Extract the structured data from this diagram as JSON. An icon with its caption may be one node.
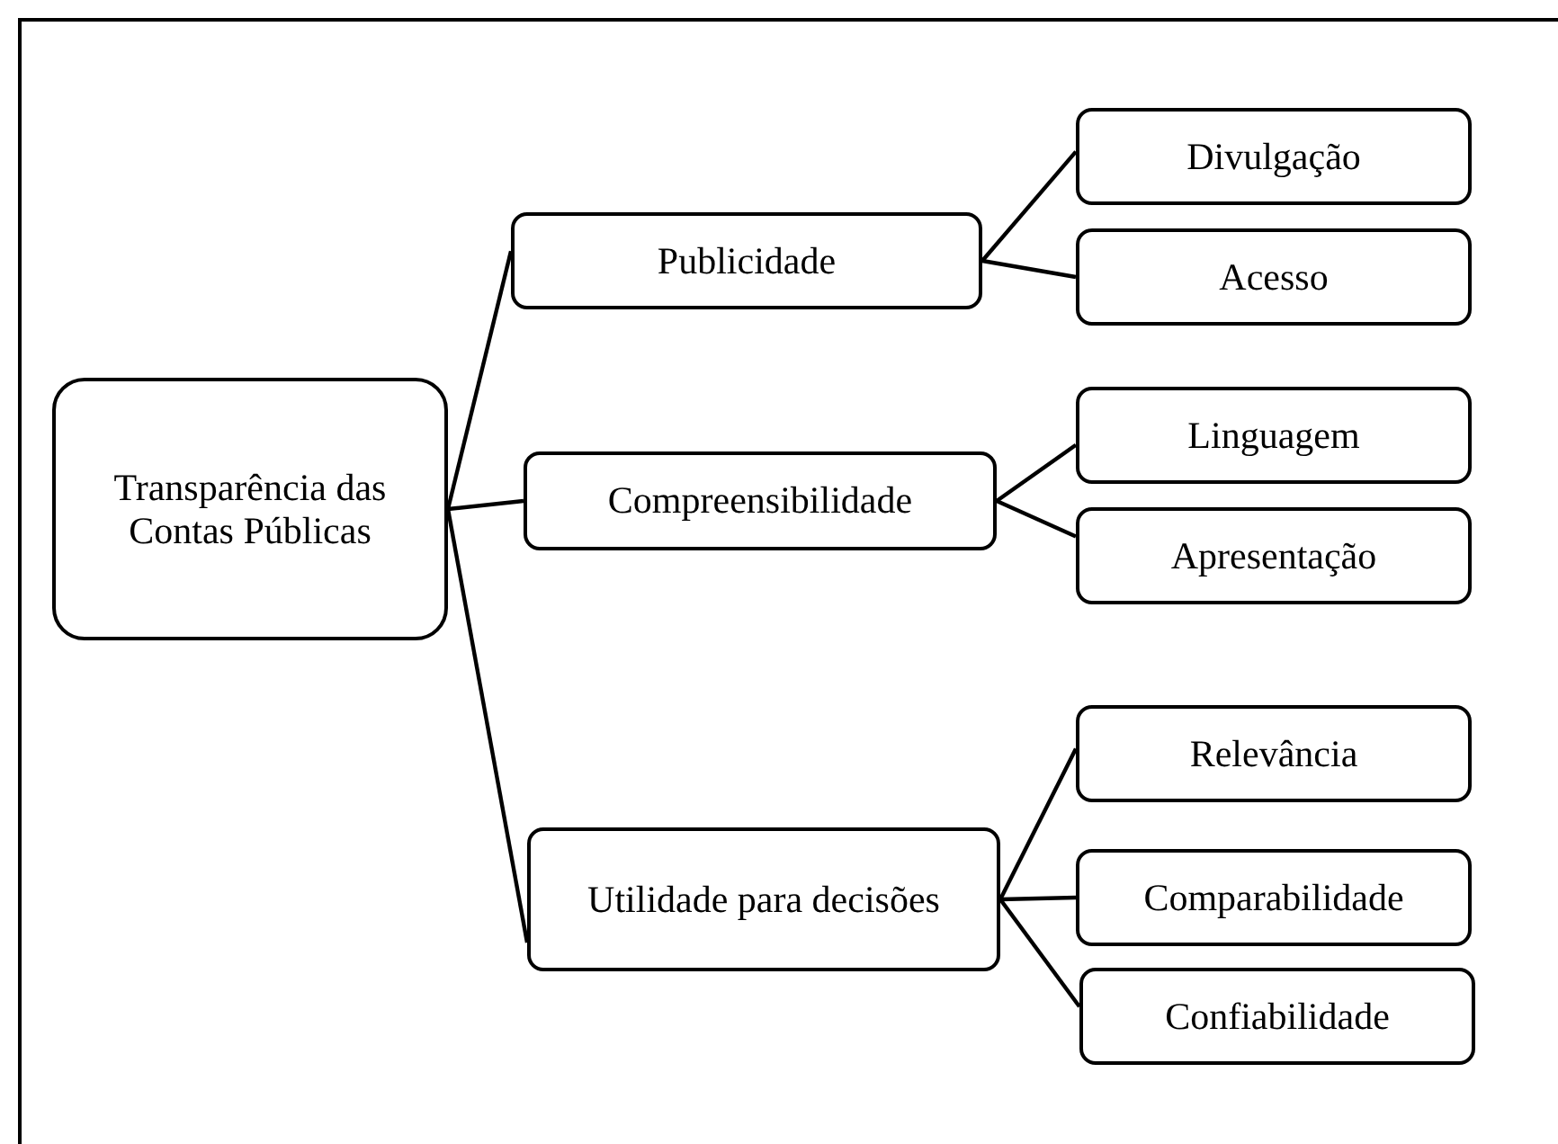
{
  "diagram": {
    "nodes": [
      {
        "text": [
          "Transparência das Contas Públicas"
        ]
      },
      {
        "text": [
          "Publicidade"
        ]
      },
      {
        "text": [
          "Compreensibilidade"
        ]
      },
      {
        "text": [
          "Utilidade para decisões"
        ]
      },
      {
        "text": [
          "Divulgação"
        ]
      },
      {
        "text": [
          "Acesso"
        ]
      },
      {
        "text": [
          "Linguagem"
        ]
      },
      {
        "text": [
          "Apresentação"
        ]
      },
      {
        "text": [
          "Relevância"
        ]
      },
      {
        "text": [
          "Comparabilidade"
        ]
      },
      {
        "text": [
          "Confiabilidade"
        ]
      }
    ],
    "edges": [
      {
        "from": 0,
        "to": 1,
        "arrow": "none"
      },
      {
        "from": 0,
        "to": 2,
        "arrow": "none"
      },
      {
        "from": 0,
        "to": 3,
        "arrow": "none"
      },
      {
        "from": 1,
        "to": 4,
        "arrow": "none"
      },
      {
        "from": 1,
        "to": 5,
        "arrow": "none"
      },
      {
        "from": 2,
        "to": 6,
        "arrow": "none"
      },
      {
        "from": 2,
        "to": 7,
        "arrow": "none"
      },
      {
        "from": 3,
        "to": 8,
        "arrow": "none"
      },
      {
        "from": 3,
        "to": 9,
        "arrow": "none"
      },
      {
        "from": 3,
        "to": 10,
        "arrow": "none"
      }
    ]
  }
}
